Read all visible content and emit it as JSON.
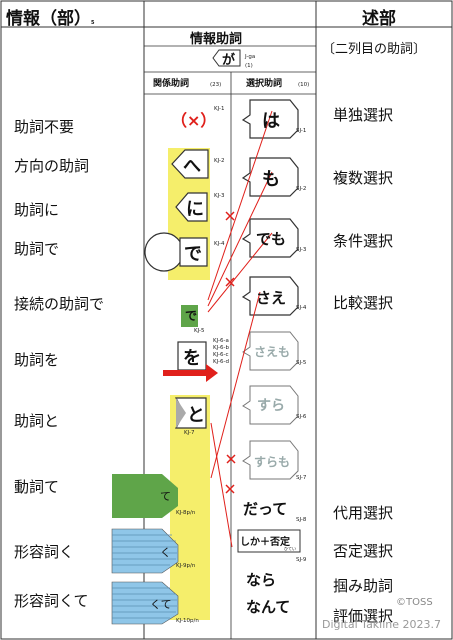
{
  "header": {
    "left_title": "情報（部）",
    "left_sub": "5",
    "right_title": "述部",
    "center_title": "情報助詞"
  },
  "ga_tag": {
    "char": "が",
    "code": "J-ga",
    "num": "(1)"
  },
  "columns": {
    "left_label": "関係助詞",
    "left_num": "(23)",
    "right_label": "選択助詞",
    "right_num": "(10)"
  },
  "right_top": "〔二列目の助詞〕",
  "left_labels": [
    "助詞不要",
    "方向の助詞",
    "助詞に",
    "助詞で",
    "接続の助詞で",
    "助詞を",
    "助詞と",
    "動詞て",
    "形容詞く",
    "形容詞くて"
  ],
  "right_labels": [
    "単独選択",
    "複数選択",
    "条件選択",
    "比較選択",
    "代用選択",
    "否定選択",
    "掴み助詞",
    "評価選択"
  ],
  "kj_codes": [
    "KJ-1",
    "KJ-2",
    "KJ-3",
    "KJ-4",
    "KJ-5",
    "KJ-6-a",
    "KJ-6-b",
    "KJ-6-c",
    "KJ-6-d",
    "KJ-7",
    "KJ-8p/n",
    "KJ-9p/n",
    "KJ-10p/n"
  ],
  "sj_codes": [
    "SJ-1",
    "SJ-2",
    "SJ-3",
    "SJ-4",
    "SJ-5",
    "SJ-6",
    "SJ-7",
    "SJ-8",
    "SJ-9"
  ],
  "kj_chars": {
    "none": "（×）",
    "he": "へ",
    "ni": "に",
    "de": "で",
    "de_small": "で",
    "wo": "を",
    "to": "と",
    "te": "て",
    "ku": "く",
    "kute": "くて"
  },
  "sj_chars": [
    "は",
    "も",
    "でも",
    "さえ",
    "さえも",
    "すら",
    "すらも",
    "だって",
    "しか＋否定",
    "なら",
    "なんて"
  ],
  "sj_sub": "ひてい",
  "copyright": "©TOSS",
  "footer": "Digital Takline 2023.7",
  "colors": {
    "yellow": "#f5ee6b",
    "green": "#5fa549",
    "blue": "#8fc6e8",
    "red": "#e0201b",
    "line": "#555"
  }
}
